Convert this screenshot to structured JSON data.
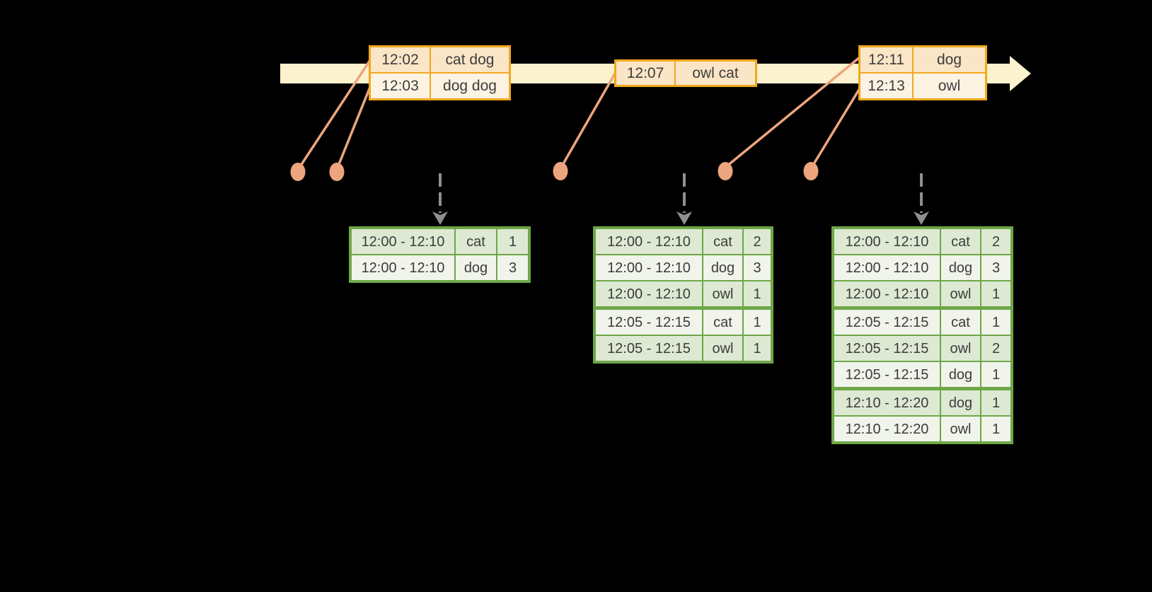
{
  "event_tables": [
    {
      "rows": [
        [
          "12:02",
          "cat dog"
        ],
        [
          "12:03",
          "dog dog"
        ]
      ]
    },
    {
      "rows": [
        [
          "12:07",
          "owl cat"
        ]
      ]
    },
    {
      "rows": [
        [
          "12:11",
          "dog"
        ],
        [
          "12:13",
          "owl"
        ]
      ]
    }
  ],
  "result_tables": [
    {
      "rows": [
        [
          "12:00 - 12:10",
          "cat",
          "1"
        ],
        [
          "12:00 - 12:10",
          "dog",
          "3"
        ]
      ],
      "group_starts": []
    },
    {
      "rows": [
        [
          "12:00 - 12:10",
          "cat",
          "2"
        ],
        [
          "12:00 - 12:10",
          "dog",
          "3"
        ],
        [
          "12:00 - 12:10",
          "owl",
          "1"
        ],
        [
          "12:05 - 12:15",
          "cat",
          "1"
        ],
        [
          "12:05 - 12:15",
          "owl",
          "1"
        ]
      ],
      "group_starts": [
        3
      ]
    },
    {
      "rows": [
        [
          "12:00 - 12:10",
          "cat",
          "2"
        ],
        [
          "12:00 - 12:10",
          "dog",
          "3"
        ],
        [
          "12:00 - 12:10",
          "owl",
          "1"
        ],
        [
          "12:05 - 12:15",
          "cat",
          "1"
        ],
        [
          "12:05 - 12:15",
          "owl",
          "2"
        ],
        [
          "12:05 - 12:15",
          "dog",
          "1"
        ],
        [
          "12:10 - 12:20",
          "dog",
          "1"
        ],
        [
          "12:10 - 12:20",
          "owl",
          "1"
        ]
      ],
      "group_starts": [
        3,
        6
      ]
    }
  ],
  "colors": {
    "background": "#000000",
    "timeline_fill": "#FCF2CD",
    "event_border": "#F0A81E",
    "event_row_dark": "#FAE5C6",
    "event_row_light": "#FDF3E3",
    "connector": "#EDA57E",
    "result_border": "#6EA747",
    "result_row_dark": "#DEE9D3",
    "result_row_light": "#F0F4EB",
    "trigger_arrow": "#8F8F8F",
    "text": "#3C3C3C"
  }
}
